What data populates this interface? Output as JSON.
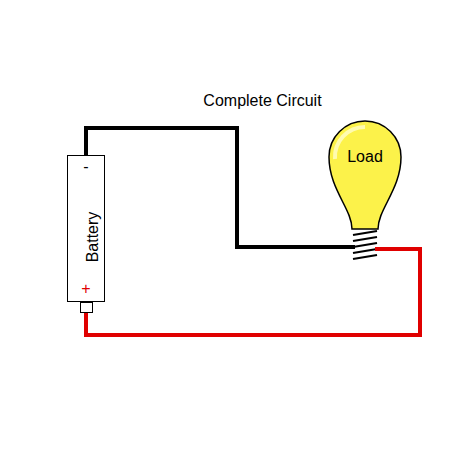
{
  "diagram": {
    "title": "Complete Circuit",
    "nodes": [
      {
        "text": [
          "-",
          "Battery",
          "+"
        ]
      },
      {
        "text": [
          "Load"
        ]
      }
    ],
    "edges": [
      {
        "from": 0,
        "to": 1,
        "arrow": "none"
      },
      {
        "from": 0,
        "to": 1,
        "arrow": "none"
      }
    ]
  }
}
